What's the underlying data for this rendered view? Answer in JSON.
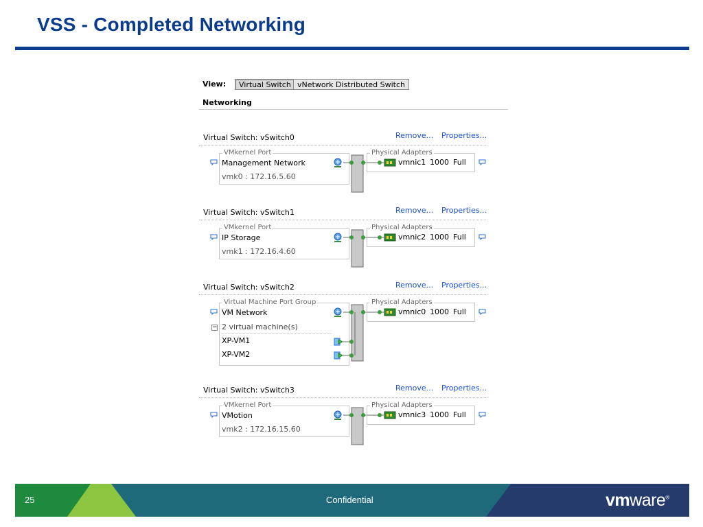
{
  "slide": {
    "title": "VSS - Completed Networking",
    "page_number": "25",
    "footer_text": "Confidential",
    "logo": {
      "bold": "vm",
      "rest": "ware",
      "mark": "®"
    },
    "colors": {
      "title": "#0b3b8c",
      "footer_dark": "#1f6a7a",
      "footer_green": "#6ab03c",
      "footer_light_green": "#8cc540",
      "footer_navy": "#243b6b"
    }
  },
  "view_bar": {
    "label": "View:",
    "tabs": [
      {
        "label": "Virtual Switch",
        "selected": true
      },
      {
        "label": "vNetwork Distributed Switch",
        "selected": false
      }
    ]
  },
  "section_heading": "Networking",
  "actions": {
    "remove": "Remove...",
    "properties": "Properties..."
  },
  "switches": [
    {
      "name": "Virtual Switch: vSwitch0",
      "port_group_type": "VMkernel Port",
      "port_name": "Management Network",
      "port_detail": "vmk0 : 172.16.5.60",
      "adapters_label": "Physical Adapters",
      "nic": {
        "name": "vmnic1",
        "speed": "1000",
        "duplex": "Full"
      }
    },
    {
      "name": "Virtual Switch: vSwitch1",
      "port_group_type": "VMkernel Port",
      "port_name": "IP Storage",
      "port_detail": "vmk1 : 172.16.4.60",
      "adapters_label": "Physical Adapters",
      "nic": {
        "name": "vmnic2",
        "speed": "1000",
        "duplex": "Full"
      }
    },
    {
      "name": "Virtual Switch: vSwitch2",
      "port_group_type": "Virtual Machine Port Group",
      "port_name": "VM Network",
      "vm_count": "2 virtual machine(s)",
      "vms": [
        "XP-VM1",
        "XP-VM2"
      ],
      "adapters_label": "Physical Adapters",
      "nic": {
        "name": "vmnic0",
        "speed": "1000",
        "duplex": "Full"
      }
    },
    {
      "name": "Virtual Switch: vSwitch3",
      "port_group_type": "VMkernel Port",
      "port_name": "VMotion",
      "port_detail": "vmk2 : 172.16.15.60",
      "adapters_label": "Physical Adapters",
      "nic": {
        "name": "vmnic3",
        "speed": "1000",
        "duplex": "Full"
      }
    }
  ]
}
